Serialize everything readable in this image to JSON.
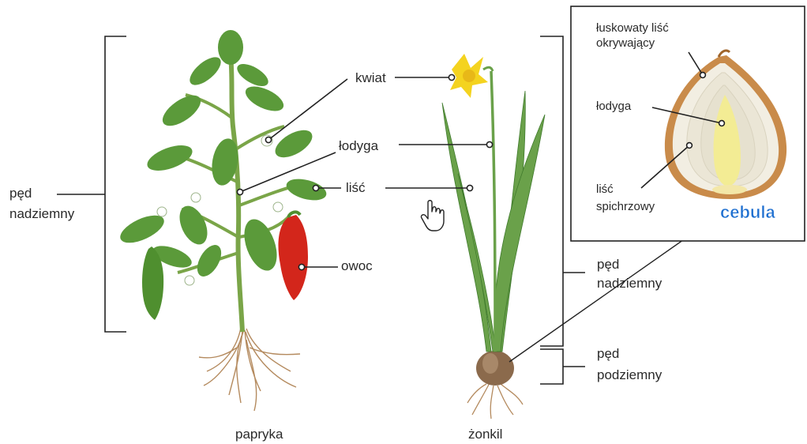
{
  "labels": {
    "kwiat": "kwiat",
    "lodyga": "łodyga",
    "lisc": "liść",
    "owoc": "owoc",
    "ped_left_1": "pęd",
    "ped_left_2": "nadziemny",
    "ped_right_1": "pęd",
    "ped_right_2": "nadziemny",
    "ped_under_1": "pęd",
    "ped_under_2": "podziemny",
    "papryka": "papryka",
    "zonkil": "żonkil"
  },
  "inset": {
    "scale_1": "łuskowaty liść",
    "scale_2": "okrywający",
    "stem": "łodyga",
    "storage_1": "liść",
    "storage_2": "spichrzowy",
    "title": "cebula"
  },
  "colors": {
    "leaf": "#5b9a3a",
    "stem": "#7aa548",
    "pepper_red": "#d3261b",
    "pepper_green": "#4f8f2f",
    "daffodil_yellow": "#f4d31f",
    "bulb_brown": "#8b6a4c",
    "root": "#b48a5e",
    "cebula_text": "#1e6fd0"
  },
  "cursor": "hand-pointer-icon"
}
